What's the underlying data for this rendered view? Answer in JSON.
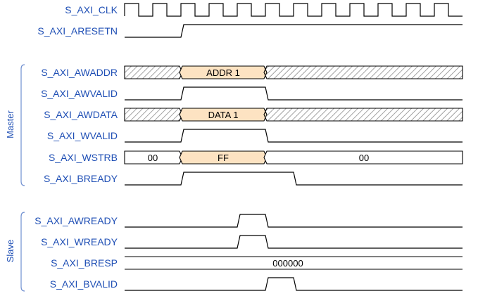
{
  "colors": {
    "label": "#1f4fb5",
    "wave": "#000000",
    "bus_fill": "#fde3c2",
    "hatch": "#8a8a8a",
    "bracket": "#6f8fd0"
  },
  "groups": [
    {
      "key": "master",
      "label": "Master"
    },
    {
      "key": "slave",
      "label": "Slave"
    }
  ],
  "signals": [
    {
      "key": "clk",
      "label": "S_AXI_CLK"
    },
    {
      "key": "aresetn",
      "label": "S_AXI_ARESETN"
    },
    {
      "key": "awaddr",
      "label": "S_AXI_AWADDR"
    },
    {
      "key": "awvalid",
      "label": "S_AXI_AWVALID"
    },
    {
      "key": "awdata",
      "label": "S_AXI_AWDATA"
    },
    {
      "key": "wvalid",
      "label": "S_AXI_WVALID"
    },
    {
      "key": "wstrb",
      "label": "S_AXI_WSTRB"
    },
    {
      "key": "bready",
      "label": "S_AXI_BREADY"
    },
    {
      "key": "awready",
      "label": "S_AXI_AWREADY"
    },
    {
      "key": "wready",
      "label": "S_AXI_WREADY"
    },
    {
      "key": "bresp",
      "label": "S_AXI_BRESP"
    },
    {
      "key": "bvalid",
      "label": "S_AXI_BVALID"
    }
  ],
  "bus_values": {
    "awaddr": [
      "ADDR 1"
    ],
    "awdata": [
      "DATA 1"
    ],
    "wstrb": [
      "00",
      "FF",
      "00"
    ],
    "bresp": [
      "000000"
    ]
  }
}
